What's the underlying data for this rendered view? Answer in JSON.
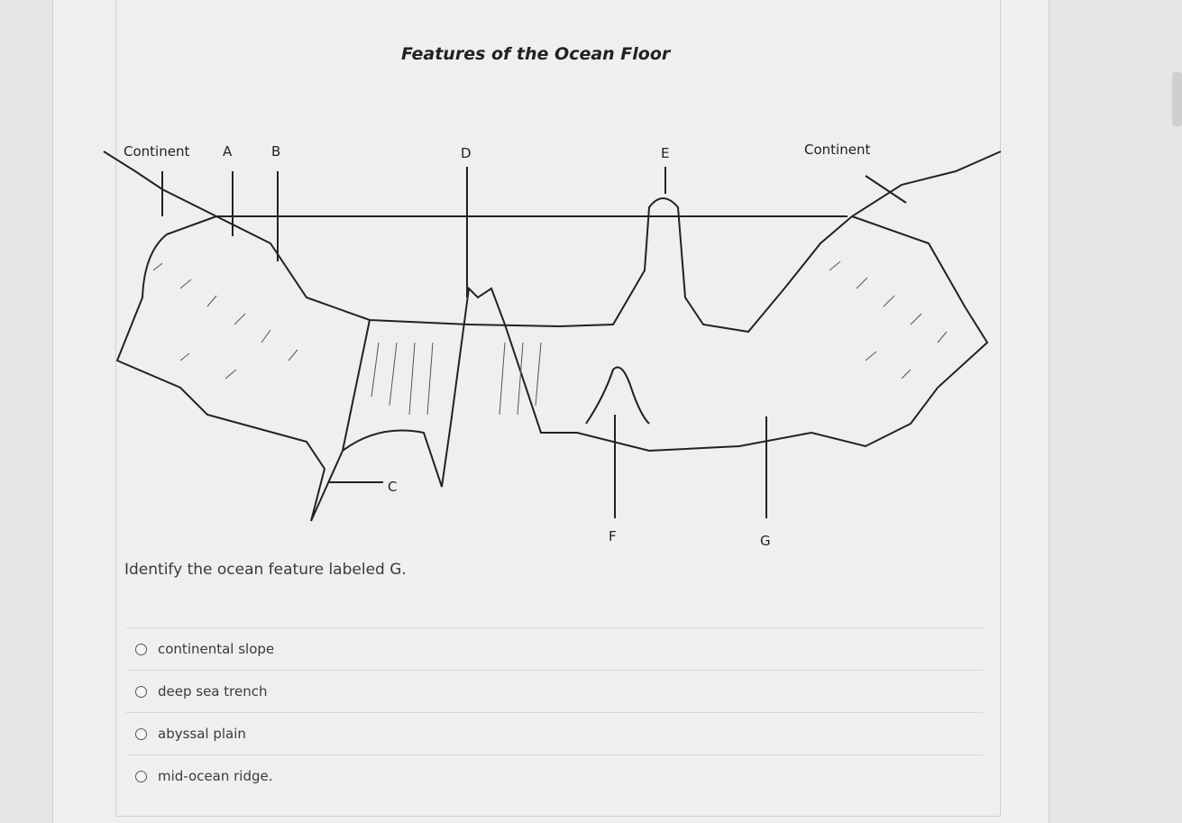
{
  "diagram": {
    "title": "Features of the Ocean Floor",
    "labels": {
      "continent_left": "Continent",
      "a": "A",
      "b": "B",
      "c": "C",
      "d": "D",
      "e": "E",
      "f": "F",
      "g": "G",
      "continent_right": "Continent"
    }
  },
  "question": {
    "text": "Identify the ocean feature labeled G.",
    "options": [
      {
        "label": "continental slope"
      },
      {
        "label": "deep sea trench"
      },
      {
        "label": "abyssal plain"
      },
      {
        "label": "mid-ocean ridge."
      }
    ]
  }
}
